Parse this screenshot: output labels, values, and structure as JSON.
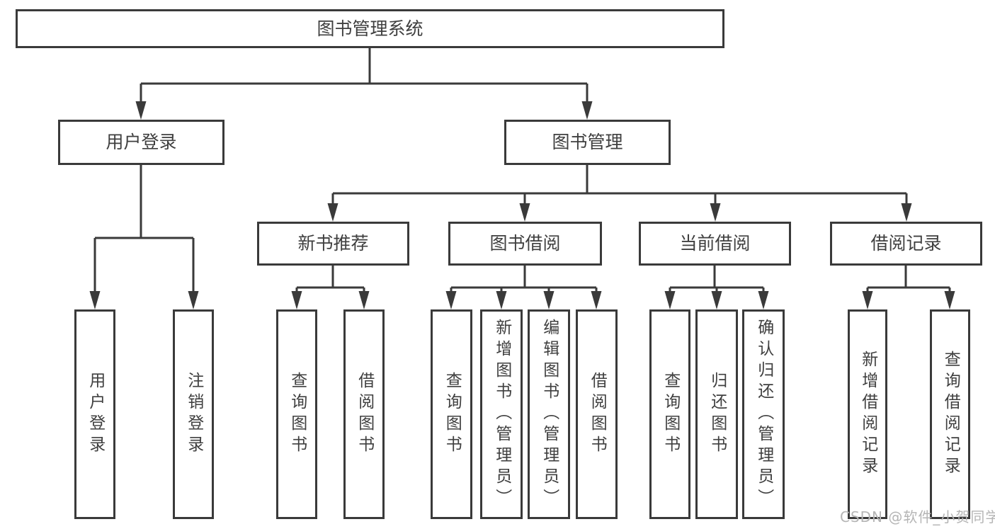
{
  "tree": {
    "root": "图书管理系统",
    "branches": [
      {
        "label": "用户登录",
        "children": [
          "用户登录",
          "注销登录"
        ]
      },
      {
        "label": "图书管理",
        "sections": [
          {
            "label": "新书推荐",
            "children": [
              "查询图书",
              "借阅图书"
            ]
          },
          {
            "label": "图书借阅",
            "children": [
              "查询图书",
              "新增图书（管理员）",
              "编辑图书（管理员）",
              "借阅图书"
            ]
          },
          {
            "label": "当前借阅",
            "children": [
              "查询图书",
              "归还图书",
              "确认归还（管理员）"
            ]
          },
          {
            "label": "借阅记录",
            "children": [
              "新增借阅记录",
              "查询借阅记录"
            ]
          }
        ]
      }
    ]
  },
  "watermark": {
    "text": "CSDN @软件_小贺同学"
  },
  "colors": {
    "line": "#3a3a3a",
    "box_border": "#3a3a3a",
    "text": "#3f3f3f",
    "watermark_text": "#b5b5b5",
    "background": "#ffffff"
  }
}
